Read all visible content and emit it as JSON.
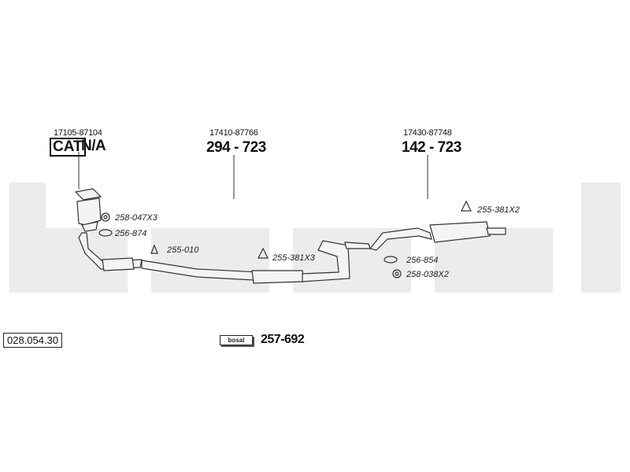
{
  "watermark": "bosal",
  "groups": [
    {
      "oem": "17105-87104",
      "part_prefix": "CAT",
      "part_suffix": "N/A"
    },
    {
      "oem": "17410-87766",
      "part": "294 - 723"
    },
    {
      "oem": "17430-87748",
      "part": "142 - 723"
    }
  ],
  "callouts": {
    "gasket_1": "258-047X3",
    "flange_1": "256-874",
    "rubber_1": "255-010",
    "rubber_2": "255-381X3",
    "rubber_3": "255-381X2",
    "flange_2": "256-854",
    "ring_2": "258-038X2"
  },
  "kit": {
    "brand_label": "bosal",
    "part": "257-692"
  },
  "diagram_code": "028.054.30",
  "colors": {
    "watermark": "#ececec",
    "line": "#333333",
    "pipe_fill": "#f4f4f4"
  }
}
